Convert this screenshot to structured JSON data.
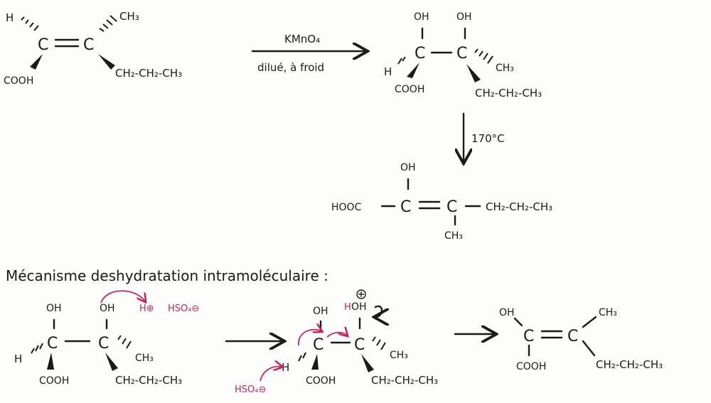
{
  "labels": {
    "H": "H",
    "C": "C",
    "CH3": "CH₃",
    "COOH": "COOH",
    "HOOC": "HOOC",
    "OH": "OH",
    "HOH": "HOH",
    "chain": "CH₂-CH₂-CH₃",
    "chain_long": "CH₂-CH₂-CH₃"
  },
  "reaction1": {
    "reagent": "KMnO₄",
    "conditions": "dilué, à froid"
  },
  "reaction2": {
    "conditions": "170°C"
  },
  "mechanism": {
    "title": "Mécanisme deshydratation intramoléculaire :",
    "proton": "H⊕",
    "hso4": "HSO₄⊖"
  },
  "colors": {
    "ink": "#1a1a1a",
    "accent": "#c4255a"
  }
}
